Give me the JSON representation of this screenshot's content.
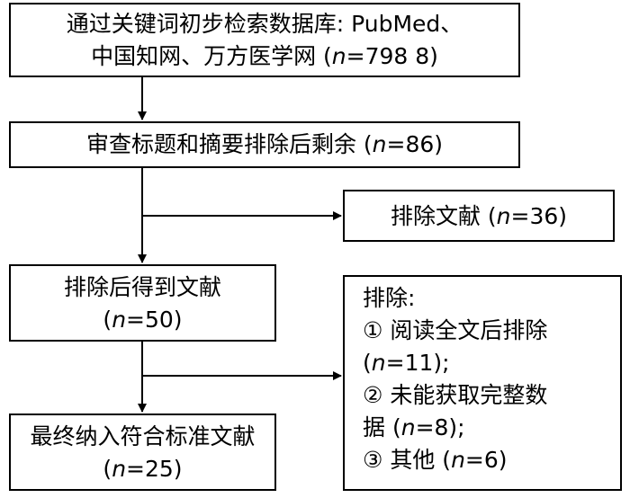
{
  "box1": {
    "line1": "通过关键词初步检索数据库: PubMed、",
    "line2_pre": "中国知网、万方医学网 (",
    "n": "n",
    "line2_post": "=798 8)"
  },
  "box2": {
    "pre": "审查标题和摘要排除后剩余 (",
    "n": "n",
    "post": "=86)"
  },
  "box3": {
    "pre": "排除文献 (",
    "n": "n",
    "post": "=36)"
  },
  "box4": {
    "line1": "排除后得到文献",
    "line2_pre": "(",
    "n": "n",
    "line2_post": "=50)"
  },
  "box5": {
    "line1": "最终纳入符合标准文献",
    "line2_pre": "(",
    "n": "n",
    "line2_post": "=25)"
  },
  "box6": {
    "title": "排除:",
    "item1_a": "① 阅读全文后排除",
    "item1_b_pre": "(",
    "item1_b_n": "n",
    "item1_b_post": "=11);",
    "item2_a": "② 未能获取完整数",
    "item2_b_pre": "据 (",
    "item2_b_n": "n",
    "item2_b_post": "=8);",
    "item3_pre": "③ 其他 (",
    "item3_n": "n",
    "item3_post": "=6)"
  }
}
